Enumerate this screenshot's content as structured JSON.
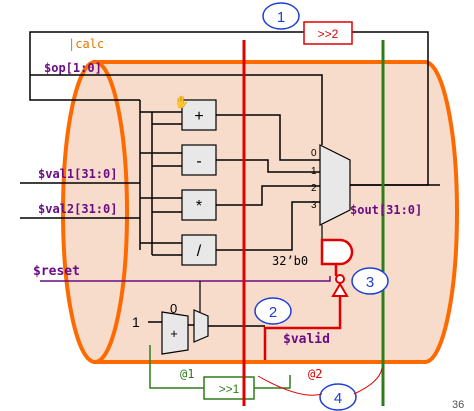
{
  "pipeline_name": "|calc",
  "signals": {
    "op": "$op[1:0]",
    "val1": "$val1[31:0]",
    "val2": "$val2[31:0]",
    "reset": "$reset",
    "out": "$out[31:0]",
    "valid": "$valid"
  },
  "operators": [
    "+",
    "-",
    "*",
    "/"
  ],
  "mux_inputs": [
    "0",
    "1",
    "2",
    "3"
  ],
  "constants": {
    "zero_literal": "32’b0",
    "increment": "1",
    "mux_zero": "0"
  },
  "adder_symbol": "+",
  "stages": {
    "stage1": "@1",
    "stage2": "@2"
  },
  "retiming": {
    "top": ">>2",
    "bottom": ">>1"
  },
  "callouts": [
    "1",
    "2",
    "3",
    "4"
  ],
  "page_number": "36",
  "colors": {
    "cylinder_fill": "#f8dccb",
    "cylinder_stroke": "#ff6a00",
    "stage_line_red": "#e00000",
    "stage_line_green": "#2e7d1a",
    "valid_path": "#e00000",
    "label_purple": "#6a0d83",
    "callout_blue": "#1f3fd6",
    "box_fill": "#e8e8e8"
  }
}
